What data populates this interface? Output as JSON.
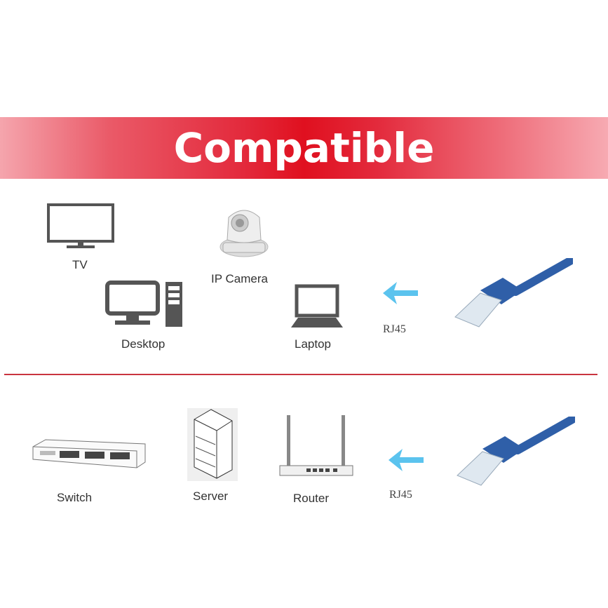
{
  "banner": {
    "title": "Compatible"
  },
  "top_section": {
    "devices": [
      {
        "name": "tv",
        "label": "TV"
      },
      {
        "name": "ip-camera",
        "label": "IP Camera"
      },
      {
        "name": "desktop",
        "label": "Desktop"
      },
      {
        "name": "laptop",
        "label": "Laptop"
      }
    ],
    "connector_label": "RJ45"
  },
  "bottom_section": {
    "devices": [
      {
        "name": "switch",
        "label": "Switch"
      },
      {
        "name": "server",
        "label": "Server"
      },
      {
        "name": "router",
        "label": "Router"
      }
    ],
    "connector_label": "RJ45"
  },
  "colors": {
    "banner_red": "#e0101f",
    "arrow_blue": "#5bc3ee",
    "cable_blue": "#2f5fa8",
    "icon_gray": "#555555"
  }
}
